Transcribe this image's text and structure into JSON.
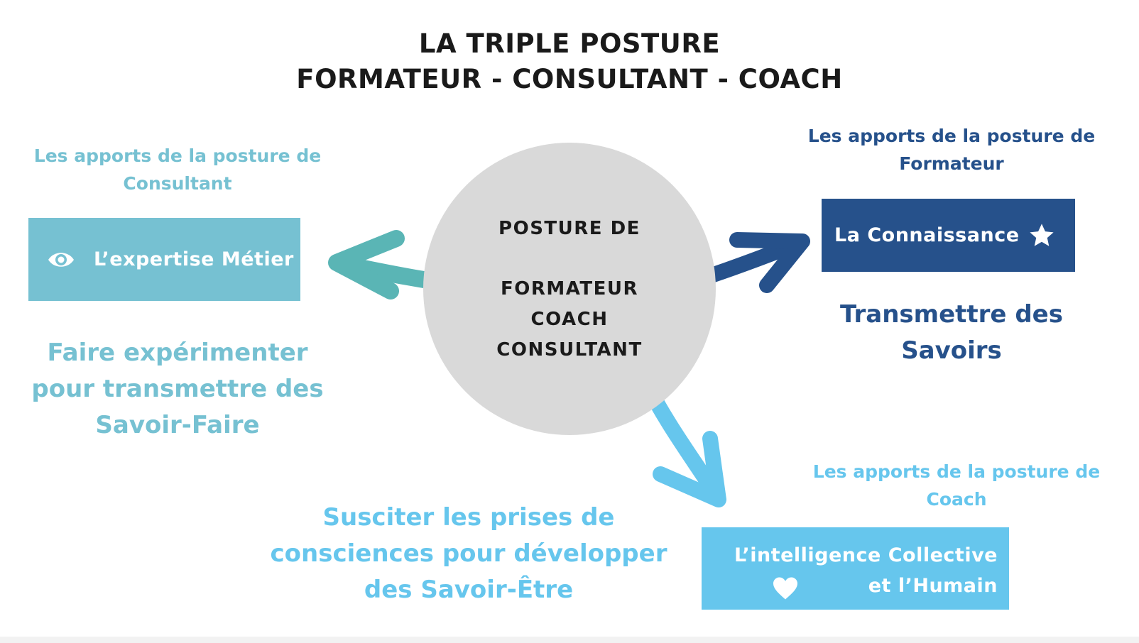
{
  "title": {
    "line1": "LA TRIPLE POSTURE",
    "line2": "FORMATEUR - CONSULTANT - COACH"
  },
  "center": {
    "line1": "POSTURE DE",
    "line2": "FORMATEUR",
    "line3": "COACH",
    "line4": "CONSULTANT"
  },
  "consultant": {
    "caption_line1": "Les apports de la posture de",
    "caption_line2": "Consultant",
    "box_label": "L’expertise Métier",
    "box_icon": "eye-icon",
    "tagline_line1": "Faire expérimenter",
    "tagline_line2": "pour transmettre des",
    "tagline_line3": "Savoir-Faire",
    "color": "#76c1d2"
  },
  "formateur": {
    "caption_line1": "Les apports de la posture de",
    "caption_line2": "Formateur",
    "box_label": "La Connaissance",
    "box_icon": "star-icon",
    "tagline_line1": "Transmettre des",
    "tagline_line2": "Savoirs",
    "color": "#26518b"
  },
  "coach": {
    "caption_line1": "Les apports de la posture de",
    "caption_line2": "Coach",
    "box_line1": "L’intelligence Collective",
    "box_line2": "et l’Humain",
    "box_icon": "heart-icon",
    "tagline_line1": "Susciter les prises de",
    "tagline_line2": "consciences pour développer",
    "tagline_line3": "des Savoir-Être",
    "color": "#66c6ed"
  },
  "arrows": {
    "consultant_color": "#5ab5b5",
    "formateur_color": "#26518b",
    "coach_color": "#66c6ed"
  }
}
